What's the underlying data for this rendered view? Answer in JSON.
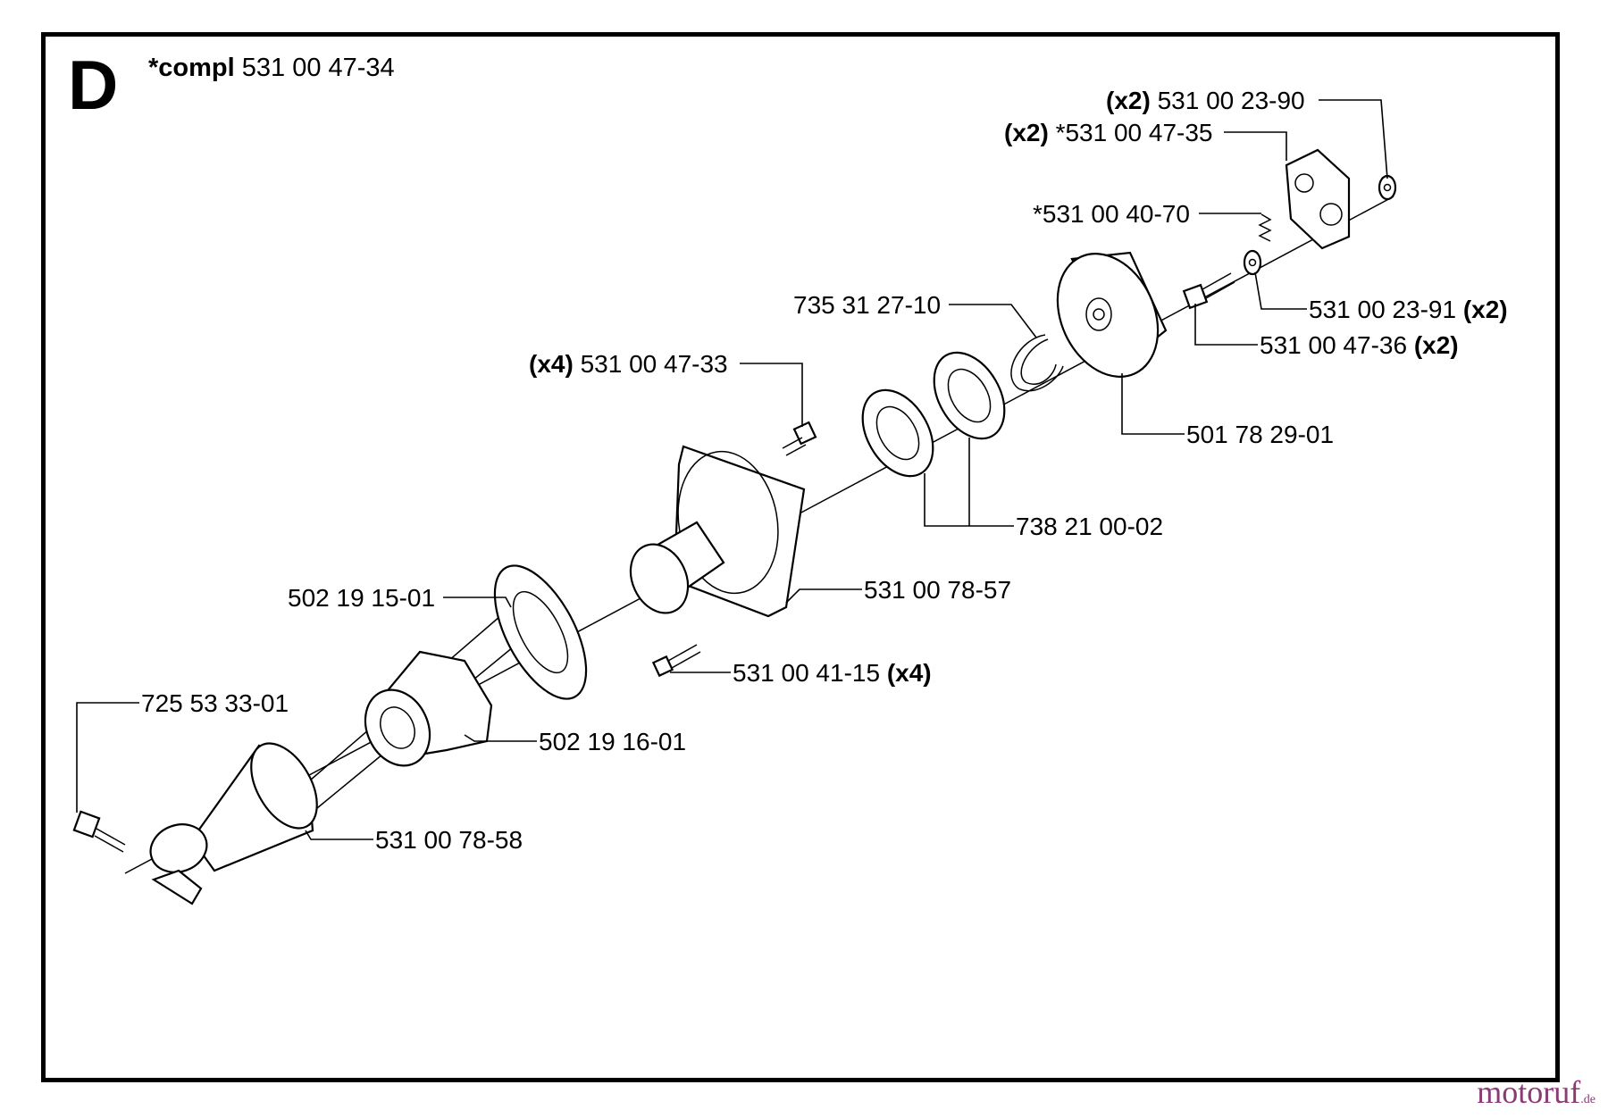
{
  "section_letter": "D",
  "assembly": {
    "prefix": "*compl",
    "number": "531 00 47-34"
  },
  "callouts": [
    {
      "id": "c1",
      "qty": "(x2)",
      "number": "531 00 23-90",
      "qty_side": "left"
    },
    {
      "id": "c2",
      "qty": "(x2)",
      "number": "*531 00 47-35",
      "qty_side": "left"
    },
    {
      "id": "c3",
      "qty": "",
      "number": "*531 00 40-70",
      "qty_side": ""
    },
    {
      "id": "c4",
      "qty": "",
      "number": "735 31 27-10",
      "qty_side": ""
    },
    {
      "id": "c5",
      "qty": "(x2)",
      "number": "531 00 23-91",
      "qty_side": "right"
    },
    {
      "id": "c6",
      "qty": "(x2)",
      "number": "531 00 47-36",
      "qty_side": "right"
    },
    {
      "id": "c7",
      "qty": "(x4)",
      "number": "531 00 47-33",
      "qty_side": "left"
    },
    {
      "id": "c8",
      "qty": "",
      "number": "501 78 29-01",
      "qty_side": ""
    },
    {
      "id": "c9",
      "qty": "",
      "number": "738 21 00-02",
      "qty_side": ""
    },
    {
      "id": "c10",
      "qty": "",
      "number": "531 00 78-57",
      "qty_side": ""
    },
    {
      "id": "c11",
      "qty": "",
      "number": "502 19 15-01",
      "qty_side": ""
    },
    {
      "id": "c12",
      "qty": "(x4)",
      "number": "531 00 41-15",
      "qty_side": "right"
    },
    {
      "id": "c13",
      "qty": "",
      "number": "725 53 33-01",
      "qty_side": ""
    },
    {
      "id": "c14",
      "qty": "",
      "number": "502 19 16-01",
      "qty_side": ""
    },
    {
      "id": "c15",
      "qty": "",
      "number": "531 00 78-58",
      "qty_side": ""
    }
  ],
  "watermark": {
    "name": "motoruf",
    "tld": ".de"
  },
  "colors": {
    "line": "#000000",
    "background": "#ffffff",
    "watermark": "#8a3b74"
  }
}
